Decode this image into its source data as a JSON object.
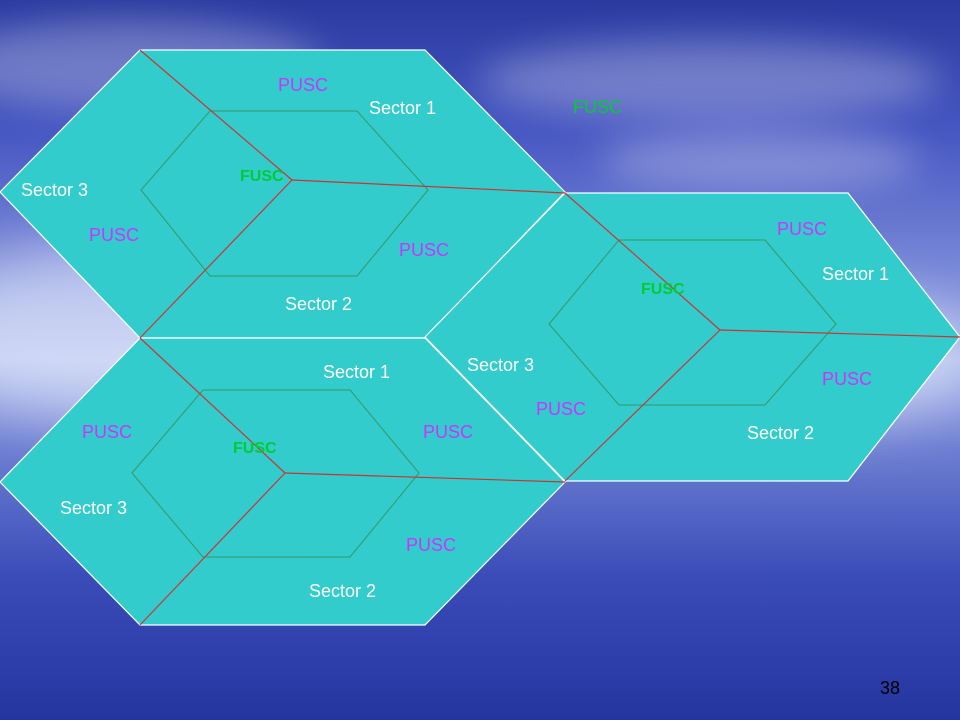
{
  "colors": {
    "cell_fill": "#33cccc",
    "cell_stroke": "#ffffff",
    "inner_hex_stroke": "#339966",
    "sector_line": "#cc3333",
    "pusc": "#cc33ff",
    "fusc": "#00cc33",
    "sector_text": "#ffffff"
  },
  "cells": [
    {
      "name": "top-left-cell",
      "sector1": "Sector 1",
      "sector2": "Sector 2",
      "sector3": "Sector 3",
      "fusc": "FUSC",
      "pusc_top": "PUSC",
      "pusc_left": "PUSC",
      "pusc_right": "PUSC"
    },
    {
      "name": "right-cell",
      "sector1": "Sector 1",
      "sector2": "Sector 2",
      "sector3": "Sector 3",
      "fusc": "FUSC",
      "pusc_top": "PUSC",
      "pusc_left": "PUSC",
      "pusc_right": "PUSC"
    },
    {
      "name": "bottom-left-cell",
      "sector1": "Sector 1",
      "sector2": "Sector 2",
      "sector3": "Sector 3",
      "fusc": "FUSC",
      "pusc_left": "PUSC",
      "pusc_right": "PUSC",
      "pusc_bottom": "PUSC"
    }
  ],
  "floating_fusc": "FUSC",
  "page_number": "38"
}
